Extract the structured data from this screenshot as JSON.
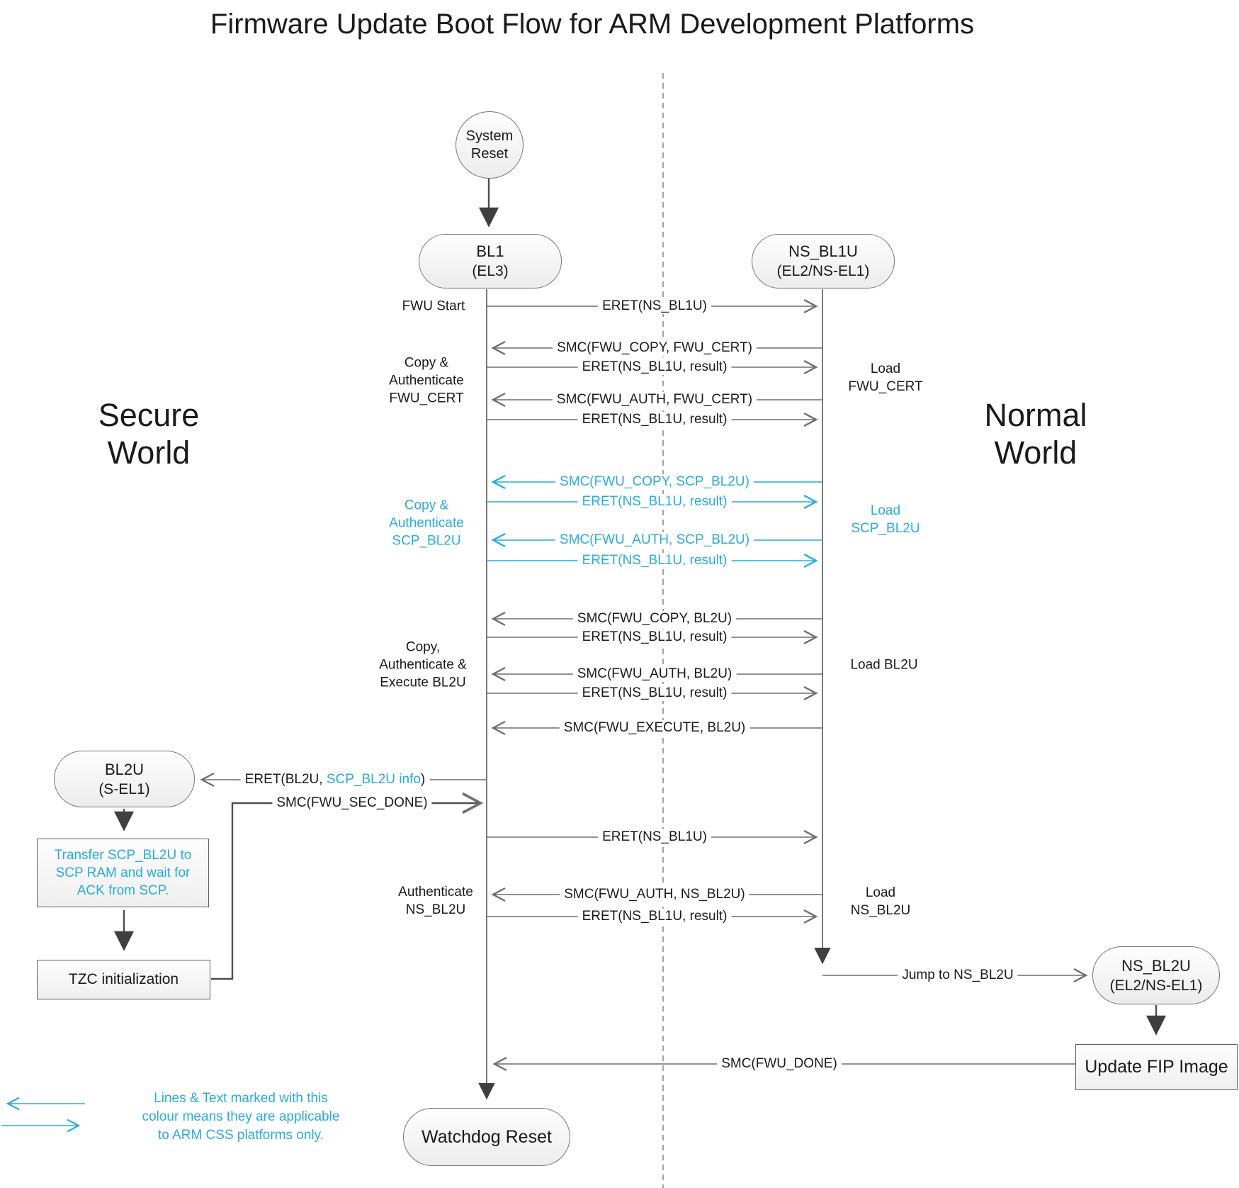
{
  "title": "Firmware Update Boot Flow for ARM Development Platforms",
  "colors": {
    "accent_blue": "#29ABE2",
    "line_gray": "#6e6e6e"
  },
  "worlds": {
    "secure_line1": "Secure",
    "secure_line2": "World",
    "normal_line1": "Normal",
    "normal_line2": "World"
  },
  "nodes": {
    "system_reset_line1": "System",
    "system_reset_line2": "Reset",
    "bl1_line1": "BL1",
    "bl1_line2": "(EL3)",
    "ns_bl1u_line1": "NS_BL1U",
    "ns_bl1u_line2": "(EL2/NS-EL1)",
    "bl2u_line1": "BL2U",
    "bl2u_line2": "(S-EL1)",
    "transfer_scp": "Transfer SCP_BL2U to SCP RAM and wait for ACK from SCP.",
    "tzc": "TZC initialization",
    "ns_bl2u_line1": "NS_BL2U",
    "ns_bl2u_line2": "(EL2/NS-EL1)",
    "update_fip": "Update FIP Image",
    "watchdog": "Watchdog Reset"
  },
  "messages": [
    {
      "label": "ERET(NS_BL1U)"
    },
    {
      "label": "SMC(FWU_COPY, FWU_CERT)"
    },
    {
      "label": "ERET(NS_BL1U, result)"
    },
    {
      "label": "SMC(FWU_AUTH, FWU_CERT)"
    },
    {
      "label": "ERET(NS_BL1U, result)"
    },
    {
      "label": "SMC(FWU_COPY, SCP_BL2U)"
    },
    {
      "label": "ERET(NS_BL1U, result)"
    },
    {
      "label": "SMC(FWU_AUTH, SCP_BL2U)"
    },
    {
      "label": "ERET(NS_BL1U, result)"
    },
    {
      "label": "SMC(FWU_COPY, BL2U)"
    },
    {
      "label": "ERET(NS_BL1U, result)"
    },
    {
      "label": "SMC(FWU_AUTH, BL2U)"
    },
    {
      "label": "ERET(NS_BL1U, result)"
    },
    {
      "label": "SMC(FWU_EXECUTE, BL2U)"
    },
    {
      "label": "ERET(NS_BL1U)"
    },
    {
      "label": "SMC(FWU_AUTH, NS_BL2U)"
    },
    {
      "label": "ERET(NS_BL1U, result)"
    }
  ],
  "side": {
    "fwu_start": "FWU Start",
    "copy_auth_fwu_cert": [
      "Copy &",
      "Authenticate",
      "FWU_CERT"
    ],
    "load_fwu_cert": [
      "Load",
      "FWU_CERT"
    ],
    "copy_auth_scp": [
      "Copy &",
      "Authenticate",
      "SCP_BL2U"
    ],
    "load_scp": [
      "Load",
      "SCP_BL2U"
    ],
    "copy_auth_exec_bl2u": [
      "Copy,",
      "Authenticate &",
      "Execute BL2U"
    ],
    "load_bl2u": "Load BL2U",
    "auth_ns_bl2u": [
      "Authenticate",
      "NS_BL2U"
    ],
    "load_ns_bl2u": [
      "Load",
      "NS_BL2U"
    ]
  },
  "special": {
    "eret_bl2u_prefix": "ERET(BL2U, ",
    "eret_bl2u_blue": "SCP_BL2U info",
    "eret_bl2u_suffix": ")",
    "smc_sec_done": "SMC(FWU_SEC_DONE)",
    "jump_ns_bl2u": "Jump to NS_BL2U",
    "smc_done": "SMC(FWU_DONE)"
  },
  "legend": {
    "line1": "Lines & Text marked with this",
    "line2": "colour means they are applicable",
    "line3": "to ARM CSS platforms only."
  }
}
